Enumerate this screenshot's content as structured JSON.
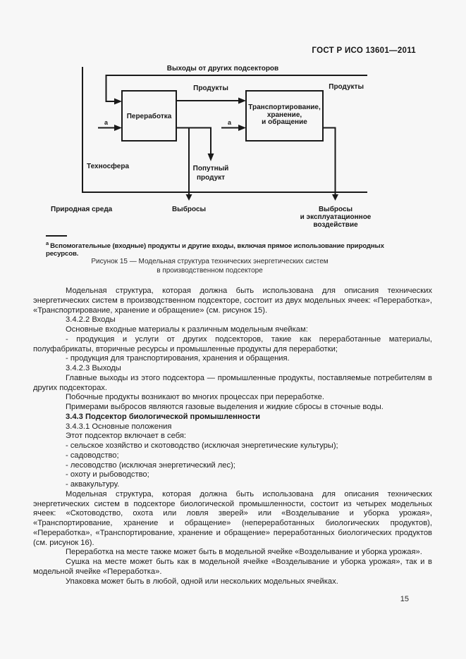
{
  "page": {
    "header": "ГОСТ Р ИСО 13601—2011",
    "page_number": "15"
  },
  "figure": {
    "labels": {
      "top_flow": "Выходы от других подсекторов",
      "products_out": "Продукты",
      "products_mid": "Продукты",
      "processing_box": "Переработка",
      "transport_box": [
        "Транспортирование,",
        "хранение,",
        "и обращение"
      ],
      "technosphere": "Техносфера",
      "byproduct": [
        "Попутный",
        "продукт"
      ],
      "natural_environment": "Природная среда",
      "emissions": "Выбросы",
      "emissions_operational": [
        "Выбросы",
        "и эксплуатационное",
        "воздействие"
      ],
      "input_marker": "а"
    },
    "footnote_marker": "а",
    "footnote": "Вспомогательные (входные) продукты и другие входы, включая прямое использование природных ресурсов.",
    "caption": [
      "Рисунок 15 — Модельная структура технических энергетических систем",
      "в производственном подсекторе"
    ]
  },
  "body": {
    "paragraphs": [
      "Модельная структура, которая должна быть использована для описания технических энергетических систем в производственном подсекторе, состоит из двух модельных ячеек: «Переработка», «Транспортирование, хранение и обращение» (см. рисунок 15).",
      "3.4.2.2 Входы",
      "Основные входные материалы к различным модельным ячейкам:",
      "- продукция и услуги от других подсекторов, такие как переработанные материалы, полуфабрикаты, вторичные ресурсы и промышленные продукты для переработки;",
      "- продукция для транспортирования, хранения и обращения.",
      "3.4.2.3 Выходы",
      "Главные выходы из этого подсектора — промышленные продукты, поставляемые потребителям в других подсекторах.",
      "Побочные продукты возникают во многих процессах при переработке.",
      "Примерами выбросов являются газовые выделения и жидкие сбросы в сточные воды.",
      "3.4.3 Подсектор биологической промышленности",
      "3.4.3.1 Основные положения",
      "Этот подсектор включает в себя:",
      "- сельское хозяйство и скотоводство (исключая энергетические культуры);",
      "- садоводство;",
      "- лесоводство (исключая энергетический лес);",
      "- охоту и рыбоводство;",
      "- аквакультуру.",
      "Модельная структура, которая должна быть использована для описания технических энергетических систем в подсекторе биологической промышленности, состоит из четырех модельных ячеек: «Скотоводство, охота или ловля зверей» или «Возделывание и уборка урожая», «Транспортирование, хранение и обращение» (непереработанных биологических продуктов), «Переработка», «Транспортирование, хранение и обращение» переработанных биологических продуктов (см. рисунок 16).",
      "Переработка на месте также может быть в модельной ячейке «Возделывание и уборка урожая».",
      "Сушка на месте может быть как в модельной ячейке «Возделывание и уборка урожая», так и в модельной ячейке «Переработка».",
      "Упаковка может быть в любой, одной или нескольких модельных ячейках."
    ]
  }
}
